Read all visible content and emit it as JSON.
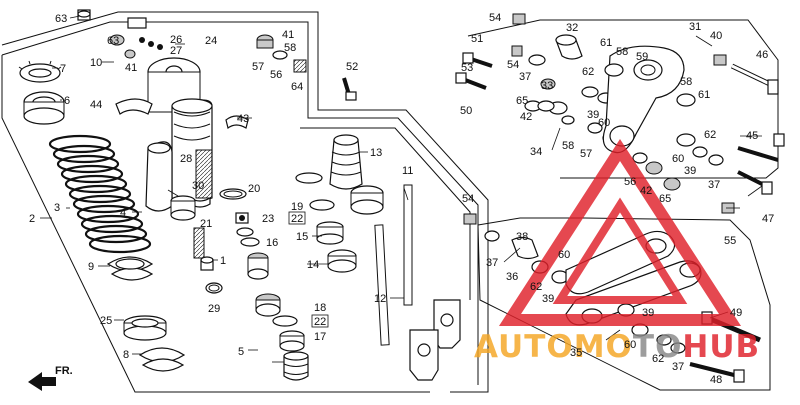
{
  "diagram": {
    "direction_label": "FR.",
    "callouts": [
      {
        "id": "63",
        "text": "63"
      },
      {
        "id": "7",
        "text": "7"
      },
      {
        "id": "6",
        "text": "6"
      },
      {
        "id": "44",
        "text": "44"
      },
      {
        "id": "2",
        "text": "2"
      },
      {
        "id": "3",
        "text": "3"
      },
      {
        "id": "9",
        "text": "9"
      },
      {
        "id": "25",
        "text": "25"
      },
      {
        "id": "8",
        "text": "8"
      },
      {
        "id": "10",
        "text": "10"
      },
      {
        "id": "63b",
        "text": "63"
      },
      {
        "id": "41",
        "text": "41"
      },
      {
        "id": "26",
        "text": "26"
      },
      {
        "id": "27",
        "text": "27"
      },
      {
        "id": "24",
        "text": "24"
      },
      {
        "id": "43",
        "text": "43"
      },
      {
        "id": "28",
        "text": "28"
      },
      {
        "id": "30",
        "text": "30"
      },
      {
        "id": "4",
        "text": "4"
      },
      {
        "id": "21",
        "text": "21"
      },
      {
        "id": "1",
        "text": "1"
      },
      {
        "id": "29",
        "text": "29"
      },
      {
        "id": "20",
        "text": "20"
      },
      {
        "id": "23",
        "text": "23"
      },
      {
        "id": "19",
        "text": "19"
      },
      {
        "id": "22",
        "text": "22"
      },
      {
        "id": "16",
        "text": "16"
      },
      {
        "id": "15",
        "text": "15"
      },
      {
        "id": "14",
        "text": "14"
      },
      {
        "id": "13",
        "text": "13"
      },
      {
        "id": "18",
        "text": "18"
      },
      {
        "id": "22b",
        "text": "22"
      },
      {
        "id": "17",
        "text": "17"
      },
      {
        "id": "5",
        "text": "5"
      },
      {
        "id": "41b",
        "text": "41"
      },
      {
        "id": "58",
        "text": "58"
      },
      {
        "id": "57",
        "text": "57"
      },
      {
        "id": "56",
        "text": "56"
      },
      {
        "id": "64",
        "text": "64"
      },
      {
        "id": "52",
        "text": "52"
      },
      {
        "id": "11",
        "text": "11"
      },
      {
        "id": "12",
        "text": "12"
      },
      {
        "id": "54",
        "text": "54"
      },
      {
        "id": "32",
        "text": "32"
      },
      {
        "id": "31",
        "text": "31"
      },
      {
        "id": "40",
        "text": "40"
      },
      {
        "id": "46",
        "text": "46"
      },
      {
        "id": "51",
        "text": "51"
      },
      {
        "id": "54b",
        "text": "54"
      },
      {
        "id": "53",
        "text": "53"
      },
      {
        "id": "37",
        "text": "37"
      },
      {
        "id": "33",
        "text": "33"
      },
      {
        "id": "61",
        "text": "61"
      },
      {
        "id": "62",
        "text": "62"
      },
      {
        "id": "58b",
        "text": "58"
      },
      {
        "id": "59",
        "text": "59"
      },
      {
        "id": "50",
        "text": "50"
      },
      {
        "id": "65",
        "text": "65"
      },
      {
        "id": "42",
        "text": "42"
      },
      {
        "id": "39",
        "text": "39"
      },
      {
        "id": "60",
        "text": "60"
      },
      {
        "id": "34",
        "text": "34"
      },
      {
        "id": "58c",
        "text": "58"
      },
      {
        "id": "57b",
        "text": "57"
      },
      {
        "id": "58d",
        "text": "58"
      },
      {
        "id": "61b",
        "text": "61"
      },
      {
        "id": "62b",
        "text": "62"
      },
      {
        "id": "45",
        "text": "45"
      },
      {
        "id": "56b",
        "text": "56"
      },
      {
        "id": "42b",
        "text": "42"
      },
      {
        "id": "60b",
        "text": "60"
      },
      {
        "id": "39b",
        "text": "39"
      },
      {
        "id": "65b",
        "text": "65"
      },
      {
        "id": "37b",
        "text": "37"
      },
      {
        "id": "47",
        "text": "47"
      },
      {
        "id": "54c",
        "text": "54"
      },
      {
        "id": "38",
        "text": "38"
      },
      {
        "id": "37c",
        "text": "37"
      },
      {
        "id": "36",
        "text": "36"
      },
      {
        "id": "60c",
        "text": "60"
      },
      {
        "id": "62c",
        "text": "62"
      },
      {
        "id": "39c",
        "text": "39"
      },
      {
        "id": "55",
        "text": "55"
      },
      {
        "id": "49",
        "text": "49"
      },
      {
        "id": "35",
        "text": "35"
      },
      {
        "id": "39d",
        "text": "39"
      },
      {
        "id": "60d",
        "text": "60"
      },
      {
        "id": "62d",
        "text": "62"
      },
      {
        "id": "37d",
        "text": "37"
      },
      {
        "id": "48",
        "text": "48"
      }
    ]
  },
  "watermark": {
    "text": "AUTOMOTOHUB",
    "colors": {
      "red": "#e0202a",
      "orange": "#f5a623",
      "grey": "#888888"
    }
  }
}
